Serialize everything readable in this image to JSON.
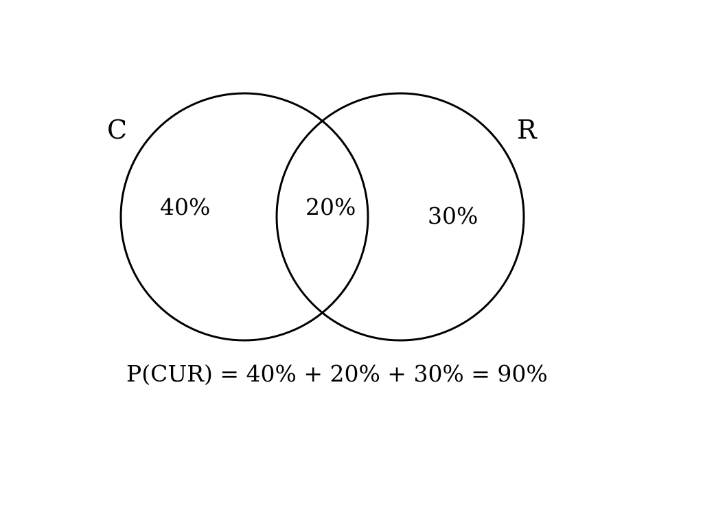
{
  "sets": [
    {
      "label": "C"
    },
    {
      "label": "R"
    }
  ],
  "regions": {
    "c_only": "40%",
    "intersection": "20%",
    "r_only": "30%"
  },
  "formula": "P(CUR) = 40% + 20% + 30% = 90%",
  "colors": {
    "stroke": "#000000",
    "text": "#000000",
    "background": "#ffffff"
  }
}
